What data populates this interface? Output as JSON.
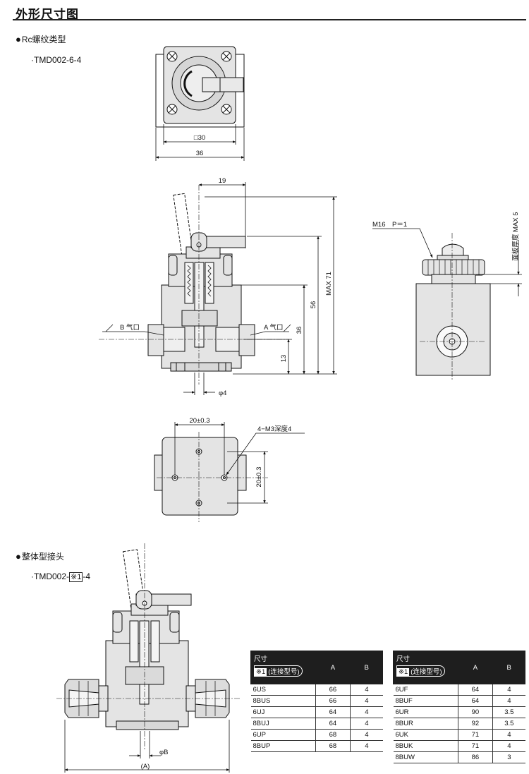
{
  "page_title": "外形尺寸图",
  "section1": {
    "title": "Rc螺纹类型",
    "model": "·TMD002-6-4"
  },
  "section2": {
    "title": "整体型接头",
    "model_prefix": "·TMD002-",
    "model_mark": "※1",
    "model_suffix": "-4"
  },
  "labels": {
    "sq30": "□30",
    "d36": "36",
    "d19": "19",
    "max71": "MAX 71",
    "d56": "56",
    "d36v": "36",
    "d13": "13",
    "phi4": "φ4",
    "port_b": "B 气口",
    "port_a": "A 气口",
    "m16": "M16　P＝1",
    "panel": "面板厚度 MAX 5",
    "d20h": "20±0.3",
    "d20v": "20±0.3",
    "m3": "4−M3深度4",
    "phiB": "φB",
    "dimA": "(A)"
  },
  "table_left": {
    "head_size": "尺寸",
    "head_mark": "※1",
    "head_note": "(连接型号)",
    "col_a": "A",
    "col_b": "B",
    "rows": [
      {
        "name": "6US",
        "a": "66",
        "b": "4"
      },
      {
        "name": "8BUS",
        "a": "66",
        "b": "4"
      },
      {
        "name": "6UJ",
        "a": "64",
        "b": "4"
      },
      {
        "name": "8BUJ",
        "a": "64",
        "b": "4"
      },
      {
        "name": "6UP",
        "a": "68",
        "b": "4"
      },
      {
        "name": "8BUP",
        "a": "68",
        "b": "4"
      }
    ]
  },
  "table_right": {
    "head_size": "尺寸",
    "head_mark": "※1",
    "head_note": "(连接型号)",
    "col_a": "A",
    "col_b": "B",
    "rows": [
      {
        "name": "6UF",
        "a": "64",
        "b": "4"
      },
      {
        "name": "8BUF",
        "a": "64",
        "b": "4"
      },
      {
        "name": "6UR",
        "a": "90",
        "b": "3.5"
      },
      {
        "name": "8BUR",
        "a": "92",
        "b": "3.5"
      },
      {
        "name": "6UK",
        "a": "71",
        "b": "4"
      },
      {
        "name": "8BUK",
        "a": "71",
        "b": "4"
      },
      {
        "name": "8BUW",
        "a": "86",
        "b": "3"
      }
    ]
  }
}
